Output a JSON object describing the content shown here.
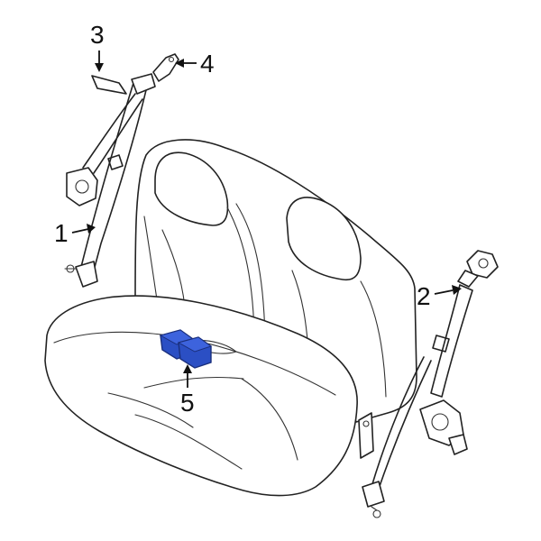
{
  "callouts": {
    "n1": "1",
    "n2": "2",
    "n3": "3",
    "n4": "4",
    "n5": "5"
  },
  "colors": {
    "highlight": "#2b4fc4",
    "highlight_dark": "#1a2f7d",
    "line": "#222222"
  },
  "highlighted_part": "5"
}
